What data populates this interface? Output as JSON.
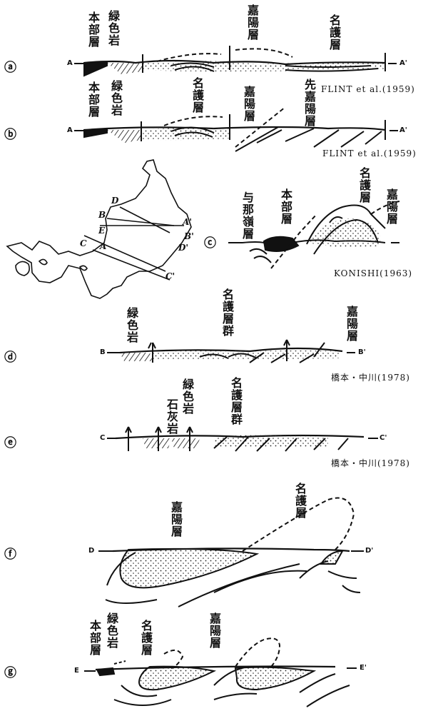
{
  "panels": {
    "a": {
      "letter": "ⓐ",
      "endpoints": [
        "A",
        "A'"
      ],
      "labels": [
        "本部層",
        "緑色岩",
        "嘉陽層",
        "名護層"
      ],
      "citation": "FLINT et al.(1959)"
    },
    "b": {
      "letter": "ⓑ",
      "endpoints": [
        "A",
        "A'"
      ],
      "labels": [
        "本部層",
        "緑色岩",
        "名護層",
        "嘉陽層",
        "先嘉陽層"
      ],
      "citation": "FLINT et al.(1959)"
    },
    "c": {
      "letter": "ⓒ",
      "map_points": [
        "D",
        "B",
        "E",
        "C",
        "A",
        "A'",
        "B'",
        "D'",
        "C'"
      ],
      "labels": [
        "与那嶺層",
        "本部層",
        "名護層",
        "嘉陽層"
      ],
      "citation": "KONISHI(1963)"
    },
    "d": {
      "letter": "ⓓ",
      "endpoints": [
        "B",
        "B'"
      ],
      "labels": [
        "緑色岩",
        "名護層群",
        "嘉陽層"
      ],
      "citation": "橋本・中川(1978)"
    },
    "e": {
      "letter": "ⓔ",
      "endpoints": [
        "C",
        "C'"
      ],
      "labels": [
        "石灰岩",
        "緑色岩",
        "名護層群"
      ],
      "citation": "橋本・中川(1978)"
    },
    "f": {
      "letter": "ⓕ",
      "endpoints": [
        "D",
        "D'"
      ],
      "labels": [
        "嘉陽層",
        "名護層"
      ]
    },
    "g": {
      "letter": "ⓖ",
      "endpoints": [
        "E",
        "E'"
      ],
      "labels": [
        "本部層",
        "緑色岩",
        "名護層",
        "嘉陽層"
      ]
    }
  }
}
